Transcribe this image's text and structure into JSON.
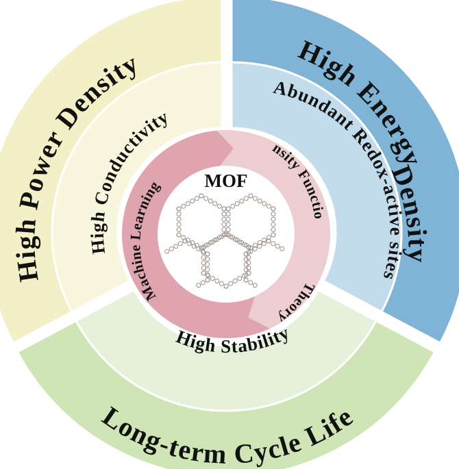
{
  "center": {
    "title": "MOF"
  },
  "outer_ring": {
    "power": "High Power Density",
    "energy_line1": "High Energy",
    "energy_line2": "Density",
    "cycle": "Long-term Cycle Life"
  },
  "middle_ring": {
    "conductivity": "High Conductivity",
    "redox": "Abundant Redox-active sites",
    "stability": "High Stability"
  },
  "inner_ring": {
    "ml": "Machine Learning",
    "dft": "Density Functional Theory"
  },
  "colors": {
    "power_outer": "#f3efc6",
    "power_mid": "#f8f6dc",
    "energy_outer": "#80b4d6",
    "energy_mid": "#c2dcec",
    "cycle_outer": "#cfe5b5",
    "cycle_mid": "#e6f1d9",
    "ml_arrow": "#dfa4ae",
    "dft_arrow": "#eccdd2",
    "lattice": "#9a8d85"
  }
}
